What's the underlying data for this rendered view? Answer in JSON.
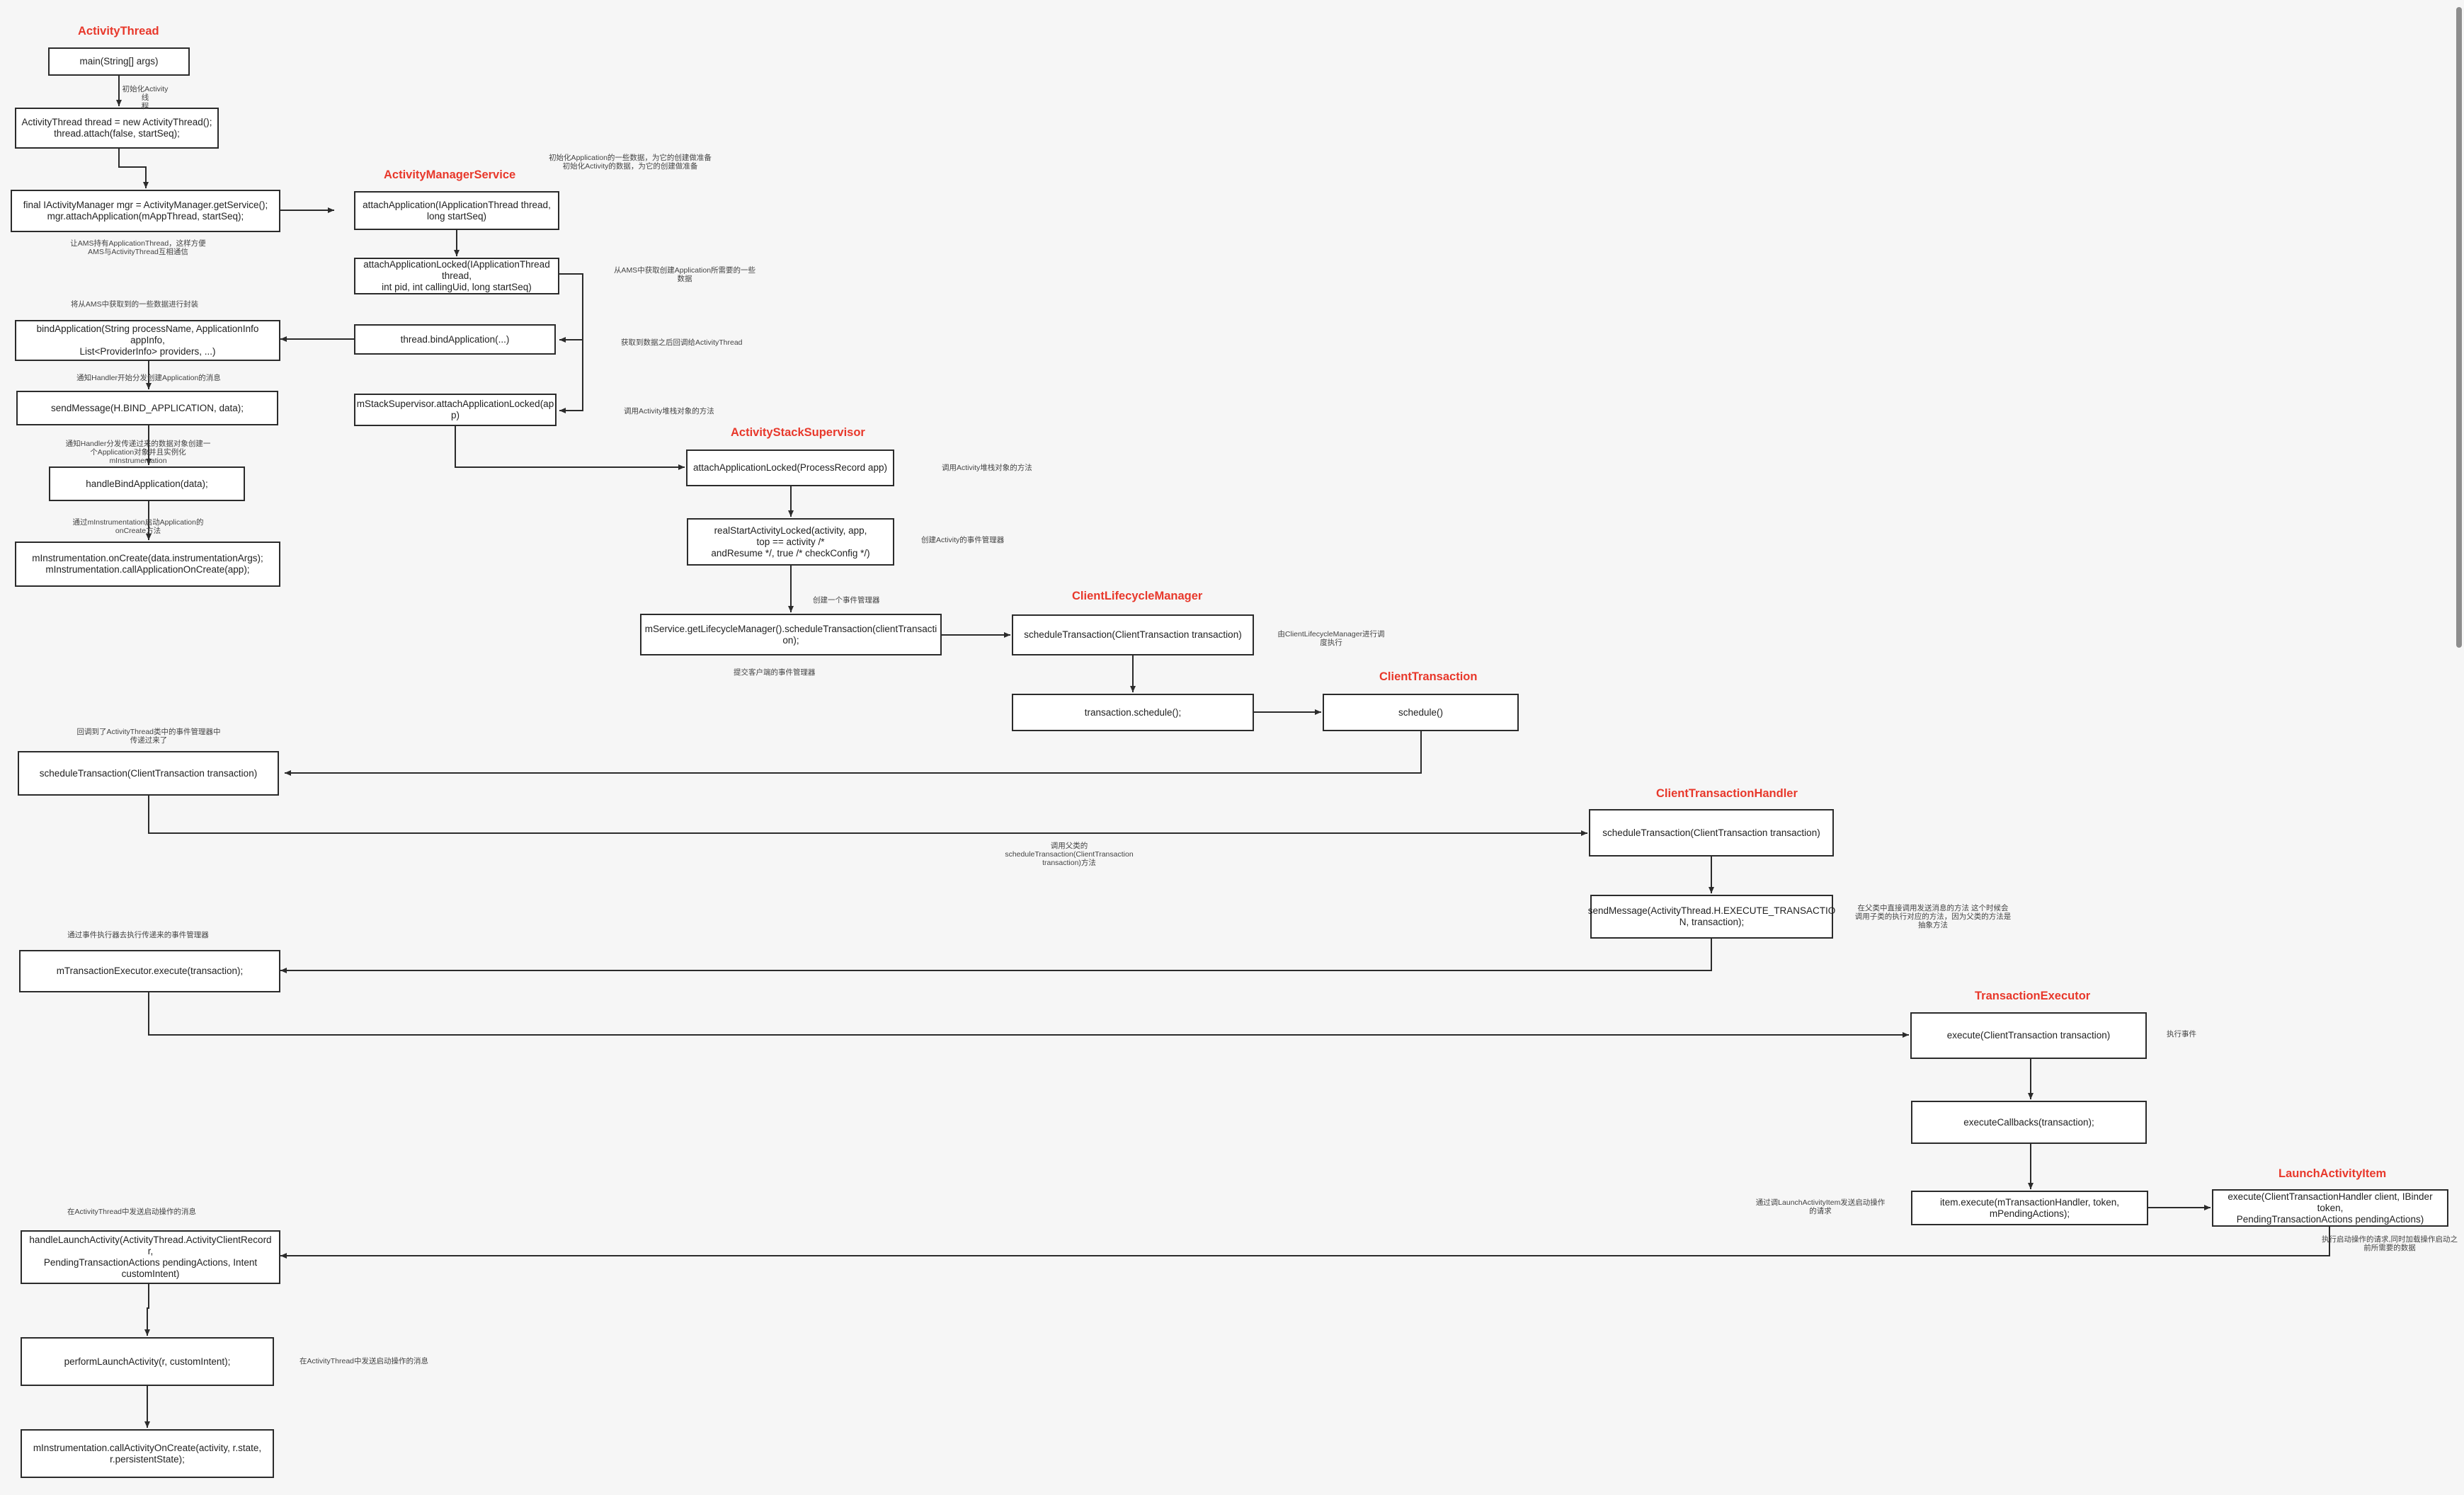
{
  "titles": {
    "activity_thread": "ActivityThread",
    "activity_manager_service": "ActivityManagerService",
    "activity_stack_supervisor": "ActivityStackSupervisor",
    "client_lifecycle_manager": "ClientLifecycleManager",
    "client_transaction": "ClientTransaction",
    "client_transaction_handler": "ClientTransactionHandler",
    "transaction_executor": "TransactionExecutor",
    "launch_activity_item": "LaunchActivityItem"
  },
  "boxes": {
    "main": "main(String[] args)",
    "thread_attach": "ActivityThread thread = new ActivityThread();\nthread.attach(false, startSeq);",
    "get_service": "final IActivityManager mgr = ActivityManager.getService();\nmgr.attachApplication(mAppThread, startSeq);",
    "attach_application": "attachApplication(IApplicationThread thread,\nlong startSeq)",
    "attach_application_locked": "attachApplicationLocked(IApplicationThread\nthread,\nint pid, int callingUid, long startSeq)",
    "thread_bind_application": "thread.bindApplication(...)",
    "bind_application": "bindApplication(String processName, ApplicationInfo\nappInfo,\nList<ProviderInfo> providers, ...)",
    "send_message_bind": "sendMessage(H.BIND_APPLICATION, data);",
    "handle_bind_application": "handleBindApplication(data);",
    "instrumentation_on_create": "mInstrumentation.onCreate(data.instrumentationArgs);\nmInstrumentation.callApplicationOnCreate(app);",
    "stack_supervisor_attach": "mStackSupervisor.attachApplicationLocked(ap\np)",
    "supervisor_attach_locked": "attachApplicationLocked(ProcessRecord app)",
    "real_start_activity": "realStartActivityLocked(activity, app,\n            top == activity /*\nandResume */, true /* checkConfig */)",
    "schedule_transaction_service": "mService.getLifecycleManager().scheduleTransaction(clientTransacti\non);",
    "lifecycle_schedule_transaction": "scheduleTransaction(ClientTransaction transaction)",
    "transaction_schedule": "transaction.schedule();",
    "schedule": "schedule()",
    "thread_schedule_transaction": "scheduleTransaction(ClientTransaction transaction)",
    "handler_schedule_transaction": "scheduleTransaction(ClientTransaction transaction)",
    "send_message_execute": "sendMessage(ActivityThread.H.EXECUTE_TRANSACTIO\nN, transaction);",
    "executor_execute": "mTransactionExecutor.execute(transaction);",
    "execute": "execute(ClientTransaction transaction)",
    "execute_callbacks": "executeCallbacks(transaction);",
    "item_execute": "item.execute(mTransactionHandler, token,\nmPendingActions);",
    "launch_item_execute": "execute(ClientTransactionHandler client, IBinder\ntoken,\nPendingTransactionActions pendingActions)",
    "handle_launch_activity": "handleLaunchActivity(ActivityThread.ActivityClientRecord\nr,\nPendingTransactionActions pendingActions, Intent\ncustomIntent)",
    "perform_launch_activity": "performLaunchActivity(r, customIntent);",
    "call_activity_on_create": "mInstrumentation.callActivityOnCreate(activity, r.state,\nr.persistentState);"
  },
  "notes": {
    "n_init_thread": "初始化Activity线\n程",
    "n_ams_hold": "让AMS持有ApplicationThread，这样方便\nAMS与ActivityThread互相通信",
    "n_init_app": "初始化Application的一些数据，为它的创建做准备\n初始化Activity的数据，为它的创建做准备",
    "n_get_app_data": "从AMS中获取创建Application所需要的一些\n数据",
    "n_send_to_thread": "获取到数据之后回调给ActivityThread",
    "n_ams_data": "将从AMS中获取到的一些数据进行封装",
    "n_handler_create": "通知Handler开始分发创建Application的消息",
    "n_instrumentation": "通知Handler分发传递过来的数据对象创建一\n个Application对象并且实例化\nmInstrumentation",
    "n_on_create": "通过mInstrumentation启动Application的\nonCreate方法",
    "n_call_activity": "调用Activity堆栈对象的方法",
    "n_supervisor_call": "调用Activity堆栈对象的方法",
    "n_create_manager": "创建Activity的事件管理器",
    "n_create_transaction": "创建一个事件管理器",
    "n_submit_transaction": "提交客户端的事件管理器",
    "n_lifecycle_run": "由ClientLifecycleManager进行调\n度执行",
    "n_callback_thread": "回调到了ActivityThread类中的事件管理器中\n传递过来了",
    "n_call_parent": "调用父类的\nscheduleTransaction(ClientTransaction\ntransaction)方法",
    "n_parent_send": "在父类中直接调用发送消息的方法 这个时候会\n调用子类的执行对应的方法，因为父类的方法是\n抽象方法",
    "n_executor": "通过事件执行器去执行传递来的事件管理器",
    "n_execute_event": "执行事件",
    "n_launch_request": "通过调LaunchActivityItem发送启动操作\n的请求",
    "n_launch_data": "执行启动操作的请求,同时加载操作启动之\n前所需要的数据",
    "n_thread_launch_msg": "在ActivityThread中发送启动操作的消息",
    "n_thread_launch_msg2": "在ActivityThread中发送启动操作的消息"
  }
}
